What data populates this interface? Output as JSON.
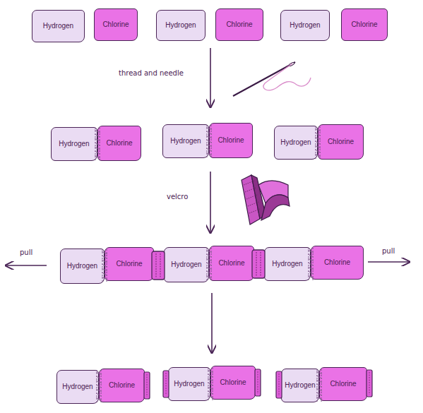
{
  "diagram": {
    "nodes": [
      {
        "text": [
          "Hydrogen"
        ]
      },
      {
        "text": [
          "Chlorine"
        ]
      },
      {
        "text": [
          "Hydrogen"
        ]
      },
      {
        "text": [
          "Chlorine"
        ]
      },
      {
        "text": [
          "Hydrogen"
        ]
      },
      {
        "text": [
          "Chlorine"
        ]
      },
      {
        "text": [
          "Hydrogen"
        ]
      },
      {
        "text": [
          "Chlorine"
        ]
      },
      {
        "text": [
          "Hydrogen"
        ]
      },
      {
        "text": [
          "Chlorine"
        ]
      },
      {
        "text": [
          "Hydrogen"
        ]
      },
      {
        "text": [
          "Chlorine"
        ]
      },
      {
        "text": [
          "Hydrogen"
        ]
      },
      {
        "text": [
          "Chlorine"
        ]
      },
      {
        "text": [
          "Hydrogen"
        ]
      },
      {
        "text": [
          "Chlorine"
        ]
      },
      {
        "text": [
          "Hydrogen"
        ]
      },
      {
        "text": [
          "Chlorine"
        ]
      },
      {
        "text": [
          "Hydrogen"
        ]
      },
      {
        "text": [
          "Chlorine"
        ]
      },
      {
        "text": [
          "Hydrogen"
        ]
      },
      {
        "text": [
          "Chlorine"
        ]
      },
      {
        "text": [
          "Hydrogen"
        ]
      },
      {
        "text": [
          "Chlorine"
        ]
      }
    ],
    "labels": [
      "thread and needle",
      "velcro",
      "pull",
      "pull"
    ]
  }
}
